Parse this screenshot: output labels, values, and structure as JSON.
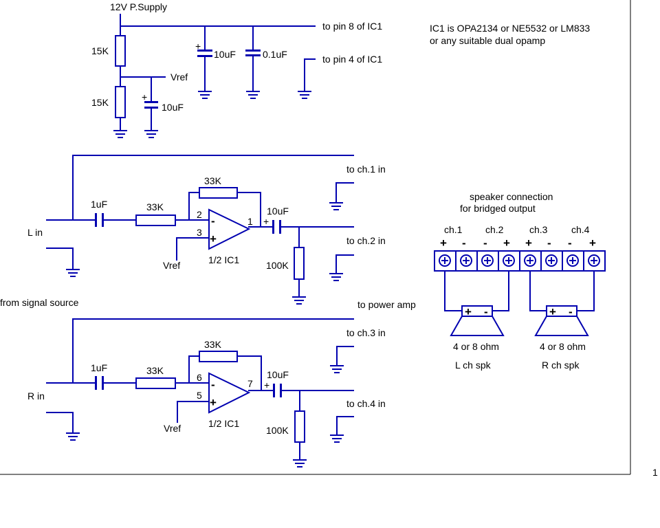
{
  "colors": {
    "wire": "#0000b0",
    "text": "#000000",
    "background": "#ffffff"
  },
  "supply": {
    "title": "12V P.Supply",
    "r_top": "15K",
    "r_bottom": "15K",
    "vref": "Vref",
    "c_vref": "10uF",
    "c_bulk": "10uF",
    "c_bypass": "0.1uF",
    "pin8": "to pin 8 of IC1",
    "pin4": "to pin 4 of IC1"
  },
  "note": {
    "line1": "IC1 is OPA2134 or NE5532 or LM833",
    "line2": "or any suitable dual opamp"
  },
  "left": {
    "input": "L in",
    "c_in": "1uF",
    "r_in": "33K",
    "r_fb": "33K",
    "pin_inv": "2",
    "pin_noninv": "3",
    "pin_out": "1",
    "minus": "-",
    "plus": "+",
    "vref": "Vref",
    "ic": "1/2 IC1",
    "c_out": "10uF",
    "c_out_plus": "+",
    "r_load": "100K",
    "to_a": "to ch.1 in",
    "to_b": "to ch.2 in"
  },
  "right": {
    "input": "R in",
    "c_in": "1uF",
    "r_in": "33K",
    "r_fb": "33K",
    "pin_inv": "6",
    "pin_noninv": "5",
    "pin_out": "7",
    "minus": "-",
    "plus": "+",
    "vref": "Vref",
    "ic": "1/2 IC1",
    "c_out": "10uF",
    "c_out_plus": "+",
    "r_load": "100K",
    "to_a": "to ch.3 in",
    "to_b": "to ch.4 in"
  },
  "signal_source": "from signal source",
  "power_amp": "to power amp",
  "speakers": {
    "title1": "speaker connection",
    "title2": "for bridged output",
    "channels": [
      "ch.1",
      "ch.2",
      "ch.3",
      "ch.4"
    ],
    "polarity": [
      "+",
      "-",
      "-",
      "+",
      "+",
      "-",
      "-",
      "+"
    ],
    "left_spk": {
      "plus": "+",
      "minus": "-",
      "ohm": "4 or 8 ohm",
      "name": "L ch spk"
    },
    "right_spk": {
      "plus": "+",
      "minus": "-",
      "ohm": "4 or 8 ohm",
      "name": "R ch spk"
    }
  },
  "page_number": "1"
}
